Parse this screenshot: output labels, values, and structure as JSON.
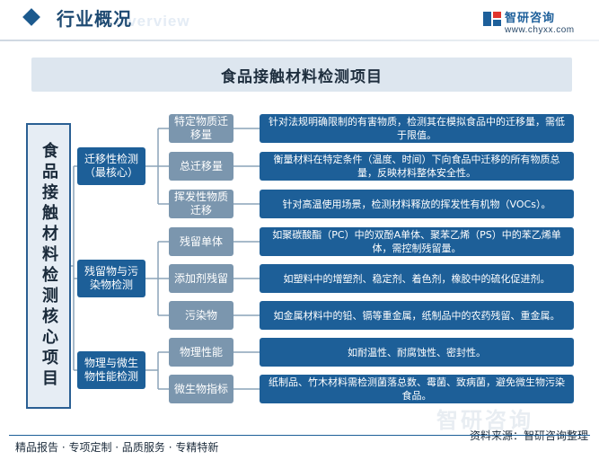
{
  "header": {
    "section_title": "行业概况",
    "section_subtitle": "Overview",
    "brand_name": "智研咨询",
    "brand_url": "www.chyxx.com",
    "logo_icon": "chyxx-logo-icon"
  },
  "title": "食品接触材料检测项目",
  "left_label": "食品接触材料检测核心项目",
  "categories": [
    {
      "label": "迁移性检测（最核心）",
      "items": [
        {
          "label": "特定物质迁移量",
          "desc": "针对法规明确限制的有害物质，检测其在模拟食品中的迁移量，需低于限值。"
        },
        {
          "label": "总迁移量",
          "desc": "衡量材料在特定条件（温度、时间）下向食品中迁移的所有物质总量，反映材料整体安全性。"
        },
        {
          "label": "挥发性物质迁移",
          "desc": "针对高温使用场景，检测材料释放的挥发性有机物（VOCs）。"
        }
      ]
    },
    {
      "label": "残留物与污染物检测",
      "items": [
        {
          "label": "残留单体",
          "desc": "如聚碳酸酯（PC）中的双酚A单体、聚苯乙烯（PS）中的苯乙烯单体，需控制残留量。"
        },
        {
          "label": "添加剂残留",
          "desc": "如塑料中的增塑剂、稳定剂、着色剂，橡胶中的硫化促进剂。"
        },
        {
          "label": "污染物",
          "desc": "如金属材料中的铅、镉等重金属，纸制品中的农药残留、重金属。"
        }
      ]
    },
    {
      "label": "物理与微生物性能检测",
      "items": [
        {
          "label": "物理性能",
          "desc": "如耐温性、耐腐蚀性、密封性。"
        },
        {
          "label": "微生物指标",
          "desc": "纸制品、竹木材料需检测菌落总数、霉菌、致病菌，避免微生物污染食品。"
        }
      ]
    }
  ],
  "footer": {
    "left": "精品报告 · 专项定制 · 品质服务 · 专精特新",
    "right": "资料来源：智研咨询整理",
    "watermark": "智研咨询"
  },
  "colors": {
    "category_box": "#1d5f98",
    "sub_box": "#7b96ae",
    "desc_box": "#1d5f98",
    "title_bar": "#dde6ef",
    "accent": "#1e4a72"
  }
}
